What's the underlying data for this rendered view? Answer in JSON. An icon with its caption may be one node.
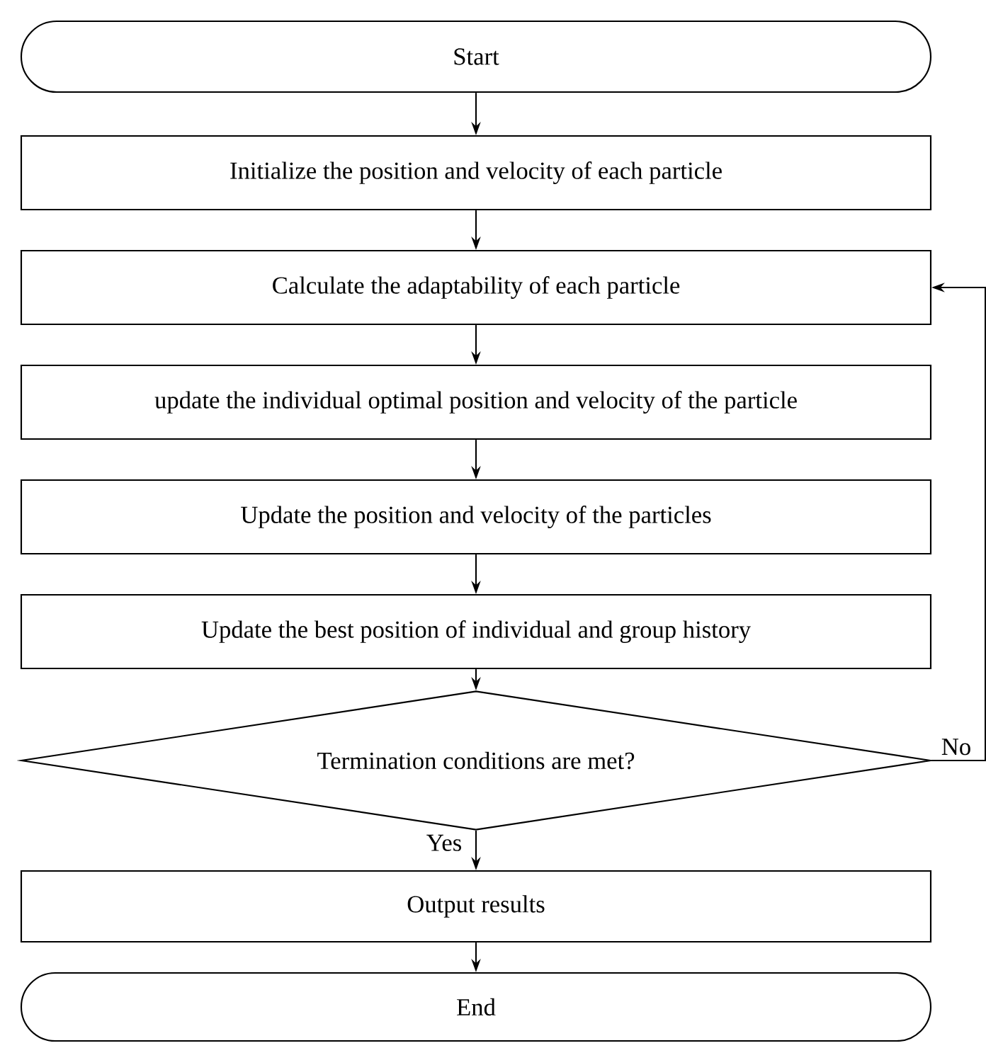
{
  "diagram": {
    "nodes": [
      {
        "text": [
          "Start"
        ]
      },
      {
        "text": [
          "Initialize the position and velocity of each particle"
        ]
      },
      {
        "text": [
          "Calculate the adaptability of each particle"
        ]
      },
      {
        "text": [
          "update the individual optimal position and velocity of the particle"
        ]
      },
      {
        "text": [
          "Update the position and velocity of the particles"
        ]
      },
      {
        "text": [
          "Update the best position of individual and group history"
        ]
      },
      {
        "text": [
          "Termination conditions are met?"
        ]
      },
      {
        "text": [
          "Output results"
        ]
      },
      {
        "text": [
          "End"
        ]
      }
    ],
    "edges": [
      {
        "from": 0,
        "to": 1,
        "arrow": "to"
      },
      {
        "from": 1,
        "to": 2,
        "arrow": "to"
      },
      {
        "from": 2,
        "to": 3,
        "arrow": "to"
      },
      {
        "from": 3,
        "to": 4,
        "arrow": "to"
      },
      {
        "from": 4,
        "to": 5,
        "arrow": "to"
      },
      {
        "from": 5,
        "to": 6,
        "arrow": "to"
      },
      {
        "from": 6,
        "to": 7,
        "label": "Yes",
        "arrow": "to"
      },
      {
        "from": 7,
        "to": 8,
        "arrow": "to"
      },
      {
        "from": 6,
        "to": 2,
        "label": "No",
        "arrow": "to"
      }
    ]
  }
}
